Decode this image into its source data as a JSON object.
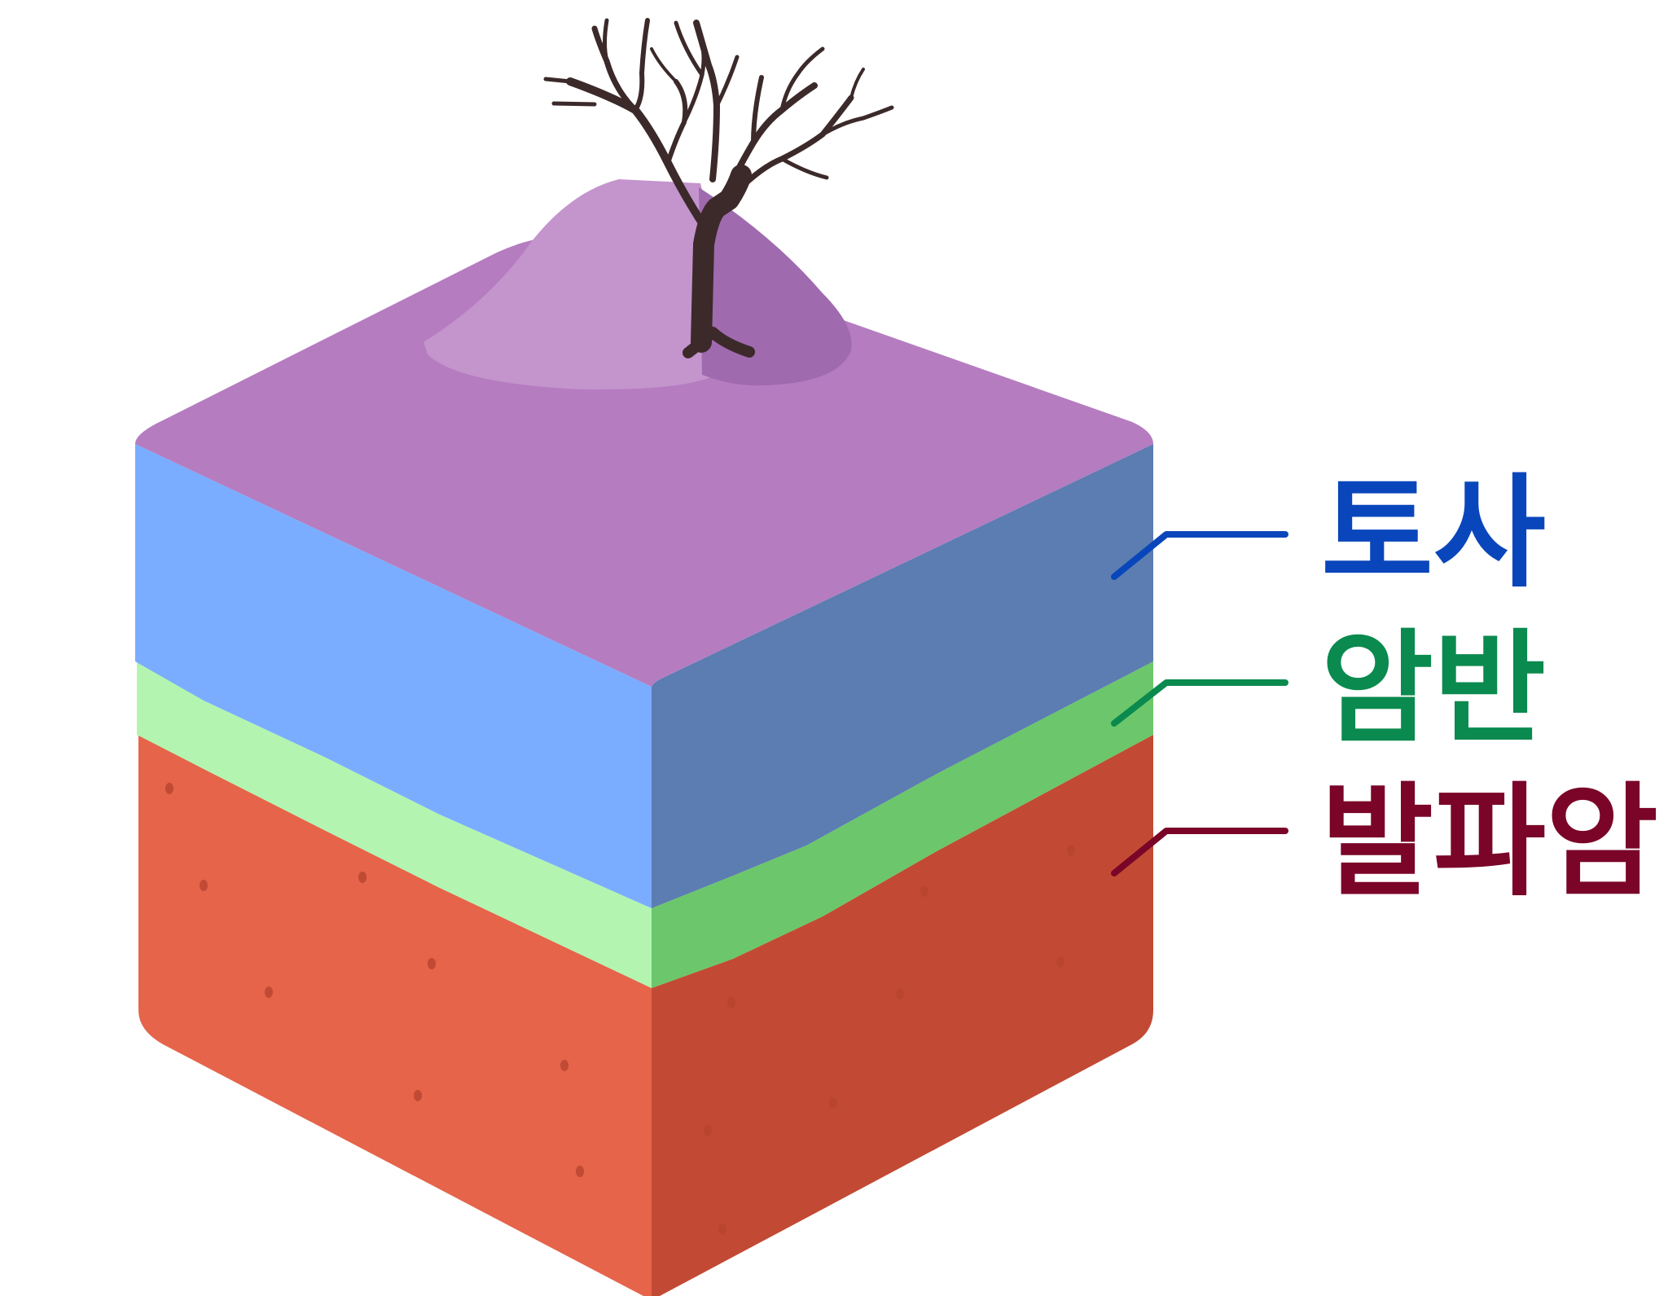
{
  "labels": [
    {
      "id": "soil",
      "text": "토사",
      "color": "#0a46bb"
    },
    {
      "id": "bedrock",
      "text": "암반",
      "color": "#0a8a4e"
    },
    {
      "id": "blasting-rock",
      "text": "발파암",
      "color": "#7a0529"
    }
  ],
  "layer_colors": {
    "top_surface": "#b57cc0",
    "mound_light": "#c494cd",
    "mound_shadow": "#a06aaf",
    "soil_front": "#7aadff",
    "soil_side": "#5b7db1",
    "bedrock_front": "#b3f5b0",
    "bedrock_side": "#6cc66b",
    "blast_front": "#e5644a",
    "blast_side": "#c24a34",
    "tree": "#3c2a2a"
  }
}
